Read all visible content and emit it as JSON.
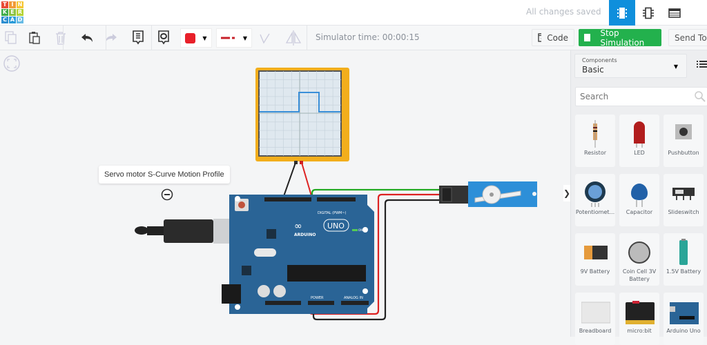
{
  "app": {
    "logo_letters": [
      "T",
      "I",
      "N",
      "K",
      "E",
      "R",
      "C",
      "A",
      "D"
    ],
    "logo_colors": [
      "#e84a35",
      "#f19a36",
      "#f6c531",
      "#3eac49",
      "#8bc241",
      "#b5d335",
      "#2d8ed0",
      "#2c9cd9",
      "#68bbe5"
    ],
    "status": "All changes saved"
  },
  "views": [
    {
      "name": "circuit-view",
      "active": true
    },
    {
      "name": "schematic-view",
      "active": false
    },
    {
      "name": "component-list-view",
      "active": false
    }
  ],
  "toolbar": {
    "sim_time": "Simulator time: 00:00:15",
    "fill_color": "#e8202a",
    "wire_color": "#c7202a",
    "code_label": "Code",
    "stop_label": "Stop Simulation",
    "send_label": "Send To"
  },
  "panel": {
    "components_caption": "Components",
    "components_value": "Basic",
    "search_placeholder": "Search",
    "items": [
      {
        "label": "Resistor"
      },
      {
        "label": "LED"
      },
      {
        "label": "Pushbutton"
      },
      {
        "label": "Potentiomet..."
      },
      {
        "label": "Capacitor"
      },
      {
        "label": "Slideswitch"
      },
      {
        "label": "9V Battery"
      },
      {
        "label": "Coin Cell 3V Battery"
      },
      {
        "label": "1.5V Battery"
      },
      {
        "label": "Breadboard"
      },
      {
        "label": "micro:bit"
      },
      {
        "label": "Arduino Uno"
      }
    ]
  },
  "canvas": {
    "note": "Servo motor S-Curve Motion Profile",
    "board_brand": "ARDUINO",
    "board_model": "UNO",
    "digital_label": "DIGITAL (PWM~)",
    "power_label": "POWER",
    "analog_label": "ANALOG IN",
    "on_label": "ON"
  },
  "colors": {
    "accent": "#0f8fdc",
    "stop_green": "#23b14d",
    "board_blue": "#2a6496",
    "scope_frame": "#f2ae1c",
    "trace": "#3a8fd8"
  }
}
